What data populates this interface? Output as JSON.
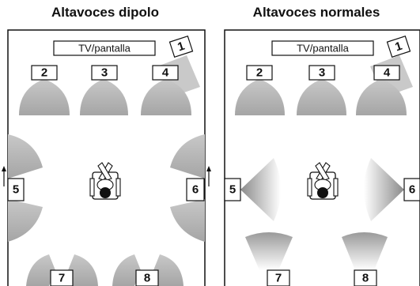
{
  "panels": [
    {
      "title": "Altavoces dipolo",
      "tv_label": "TV/pantalla",
      "speakers": [
        "1",
        "2",
        "3",
        "4",
        "5",
        "6",
        "7",
        "8"
      ]
    },
    {
      "title": "Altavoces normales",
      "tv_label": "TV/pantalla",
      "speakers": [
        "1",
        "2",
        "3",
        "4",
        "5",
        "6",
        "7",
        "8"
      ]
    }
  ],
  "colors": {
    "frame": "#111111",
    "cone_dark": "#9a9a9a",
    "cone_light": "#ffffff"
  },
  "icons": {
    "listener": "listener-chair-icon",
    "dipole_arrow": "up-arrow-icon"
  }
}
